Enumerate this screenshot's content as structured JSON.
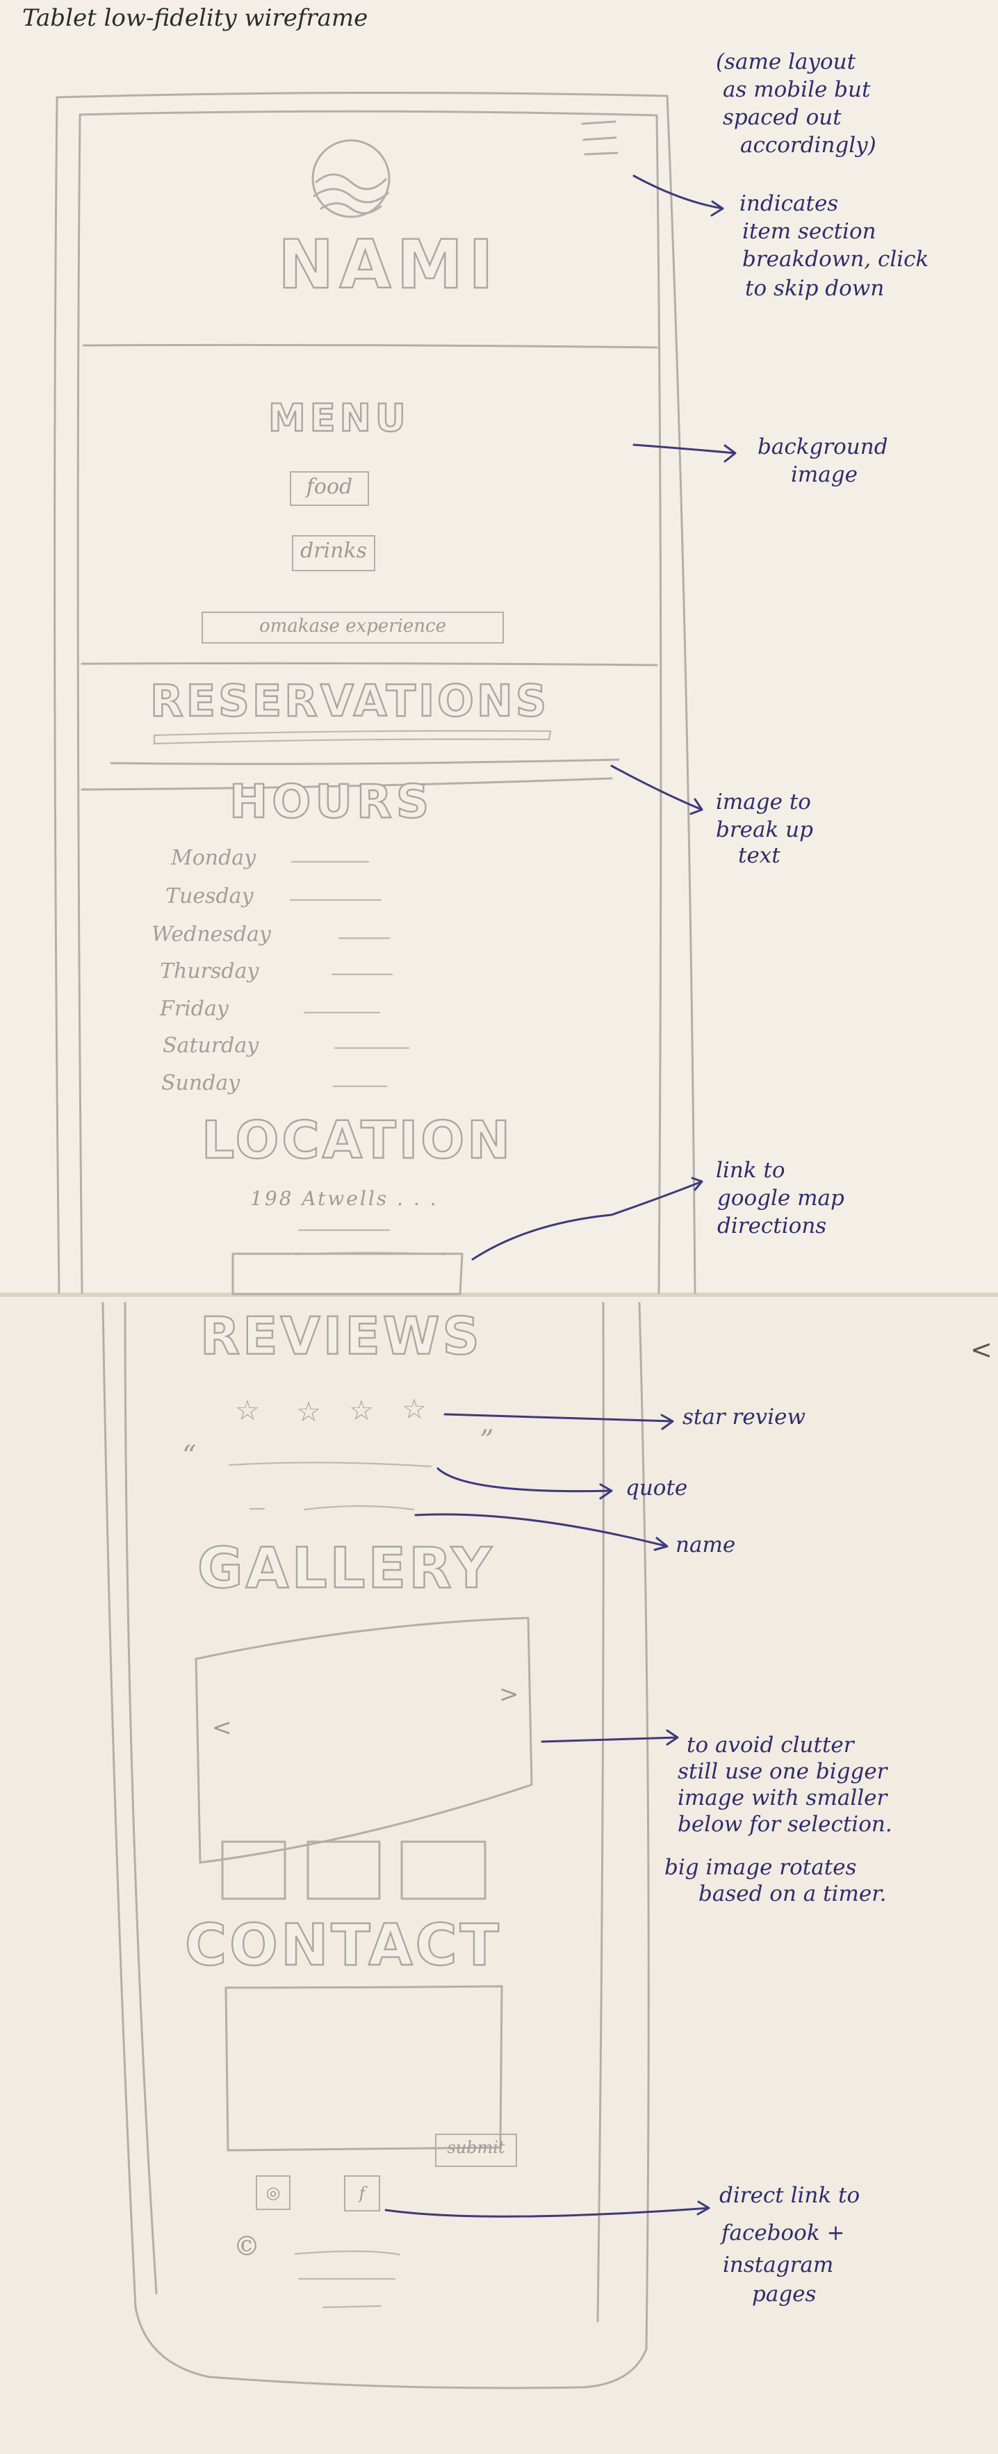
{
  "page_title": "Tablet low-fidelity wireframe",
  "header": {
    "brand": "NAMI",
    "logo_icon": "wave-circle-icon",
    "menu_icon": "hamburger-icon"
  },
  "menu": {
    "title": "MENU",
    "buttons": [
      "food",
      "drinks"
    ],
    "omakase": "omakase experience"
  },
  "reservations": {
    "title": "RESERVATIONS"
  },
  "hours": {
    "title": "HOURS",
    "days": [
      "Monday",
      "Tuesday",
      "Wednesday",
      "Thursday",
      "Friday",
      "Saturday",
      "Sunday"
    ]
  },
  "location": {
    "title": "LOCATION",
    "address": "198 Atwells . . ."
  },
  "reviews": {
    "title": "REVIEWS",
    "stars": [
      "☆",
      "☆",
      "☆",
      "☆"
    ],
    "open_quote": "“",
    "close_quote": "”"
  },
  "gallery": {
    "title": "GALLERY",
    "prev": "<",
    "next": ">"
  },
  "contact": {
    "title": "CONTACT",
    "submit": "submit",
    "copyright": "©",
    "instagram_icon": "instagram-icon",
    "facebook_icon": "facebook-icon",
    "facebook_glyph": "f",
    "instagram_glyph": "◎"
  },
  "edge_mark": "<",
  "annotations": {
    "same_layout": [
      "(same layout",
      "as mobile but",
      "spaced out",
      "accordingly)"
    ],
    "indicates": [
      "indicates",
      "item section",
      "breakdown, click",
      "to skip down"
    ],
    "background": [
      "background",
      "image"
    ],
    "image_break": [
      "image to",
      "break up",
      "text"
    ],
    "map_link": [
      "link to",
      "google map",
      "directions"
    ],
    "star_review": "star review",
    "quote": "quote",
    "name": "name",
    "gallery_note": [
      "to avoid clutter",
      "still use one bigger",
      "image with smaller",
      "below for selection.",
      "big image rotates",
      "based on a timer."
    ],
    "social": [
      "direct link to",
      "facebook +",
      "instagram",
      "pages"
    ]
  }
}
